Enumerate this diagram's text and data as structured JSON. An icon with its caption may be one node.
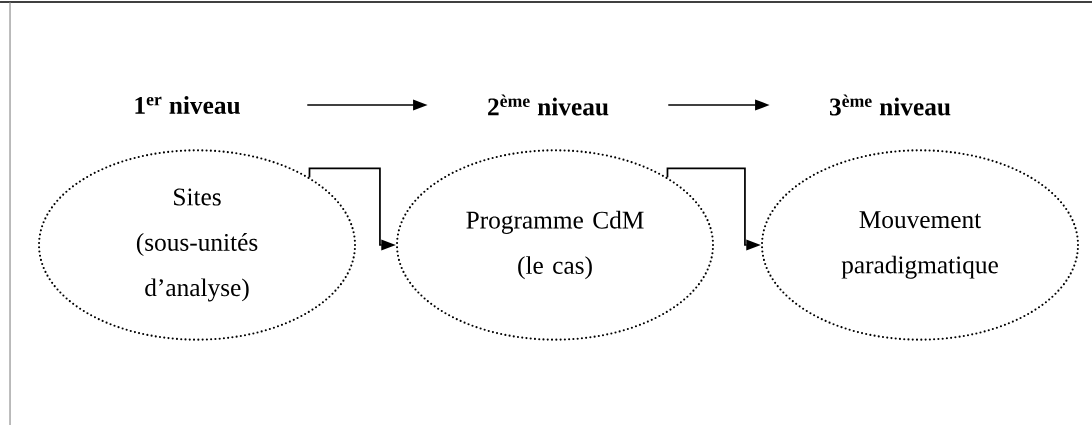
{
  "diagram": {
    "nodes": [
      {
        "text": [
          "1$^{er}$ niveau"
        ]
      },
      {
        "text": [
          "2$^{ème}$ niveau"
        ]
      },
      {
        "text": [
          "3$^{ème}$ niveau"
        ]
      },
      {
        "text": [
          "Sites",
          "(sous-unités d’analyse)"
        ]
      },
      {
        "text": [
          "Programme CdM",
          "(le cas)"
        ]
      },
      {
        "text": [
          "Mouvement paradigmatique"
        ]
      }
    ],
    "edges": [
      {
        "from": 0,
        "to": 1,
        "arrow": "to"
      },
      {
        "from": 1,
        "to": 2,
        "arrow": "to"
      },
      {
        "from": 3,
        "to": 4,
        "arrow": "to"
      },
      {
        "from": 4,
        "to": 5,
        "arrow": "to"
      }
    ]
  }
}
